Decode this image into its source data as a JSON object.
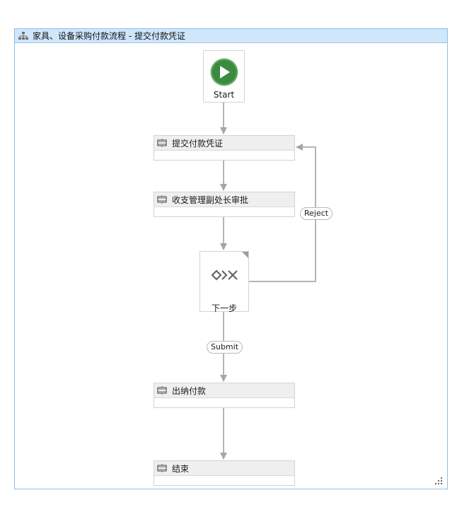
{
  "workflow": {
    "title": "家具、设备采购付款流程 - 提交付款凭证",
    "start": {
      "label": "Start"
    },
    "activities": [
      {
        "label": "提交付款凭证"
      },
      {
        "label": "收支管理副处长审批"
      },
      {
        "label": "出纳付款"
      },
      {
        "label": "结束"
      }
    ],
    "decision": {
      "label": "下一步"
    },
    "transitions": [
      {
        "label": "Reject"
      },
      {
        "label": "Submit"
      }
    ]
  },
  "colors": {
    "header_bg": "#cfe6fb",
    "border": "#8fbfe6",
    "start_green": "#3c8a3e",
    "connector": "#a6a6a6"
  }
}
